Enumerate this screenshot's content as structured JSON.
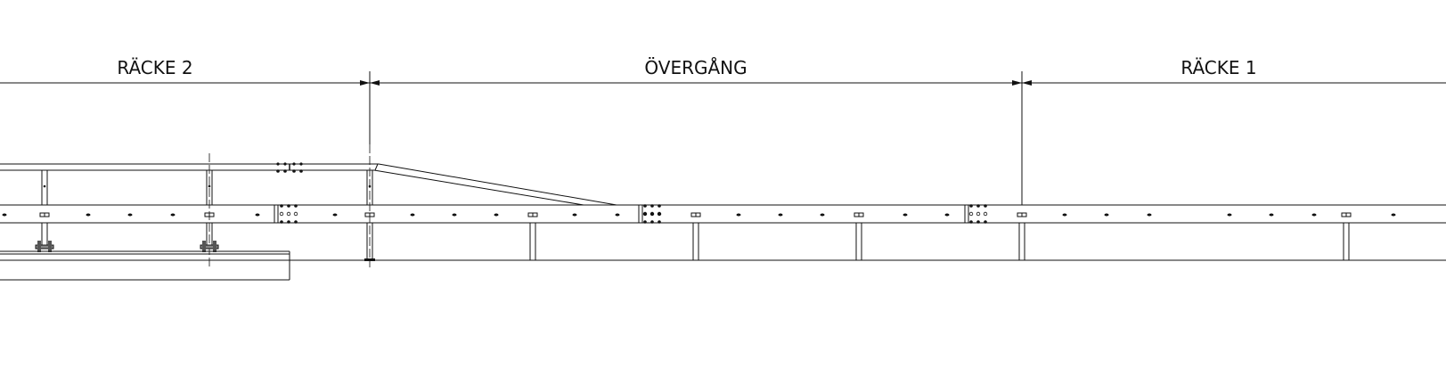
{
  "drawing": {
    "sections": [
      {
        "label": "RÄCKE 2"
      },
      {
        "label": "ÖVERGÅNG"
      },
      {
        "label": "RÄCKE 1"
      }
    ],
    "line_color": "#111111"
  }
}
